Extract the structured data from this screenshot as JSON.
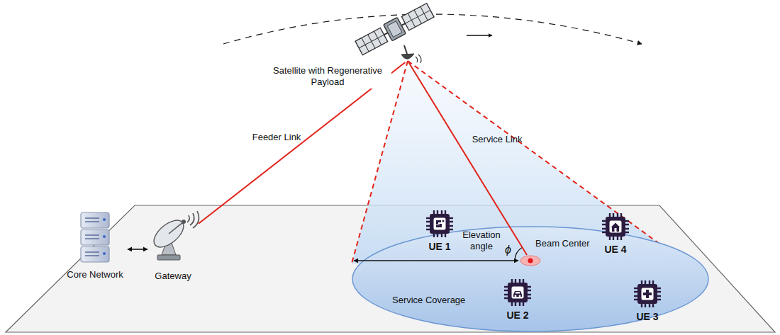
{
  "diagram": {
    "nodes": [
      {
        "text": [
          "Satellite with Regenerative Payload"
        ]
      },
      {
        "text": [
          "Core Network"
        ]
      },
      {
        "text": [
          "Gateway"
        ]
      },
      {
        "text": [
          "Service Coverage"
        ]
      },
      {
        "text": [
          "UE 1"
        ],
        "in": 3
      },
      {
        "text": [
          "UE 4"
        ],
        "in": 3
      },
      {
        "text": [
          "Beam Center"
        ],
        "in": 3
      },
      {
        "text": [
          "UE 2"
        ],
        "in": 3
      },
      {
        "text": [
          "UE 3"
        ],
        "in": 3
      }
    ],
    "edges": [
      {
        "from": 1,
        "to": 2,
        "arrow": "both"
      },
      {
        "from": 2,
        "to": 0,
        "label": "Feeder Link",
        "arrow": "none"
      },
      {
        "from": 0,
        "to": 6,
        "label": "Service Link",
        "arrow": "none"
      }
    ],
    "labels": [
      "Elevation angle",
      "ϕ"
    ]
  }
}
